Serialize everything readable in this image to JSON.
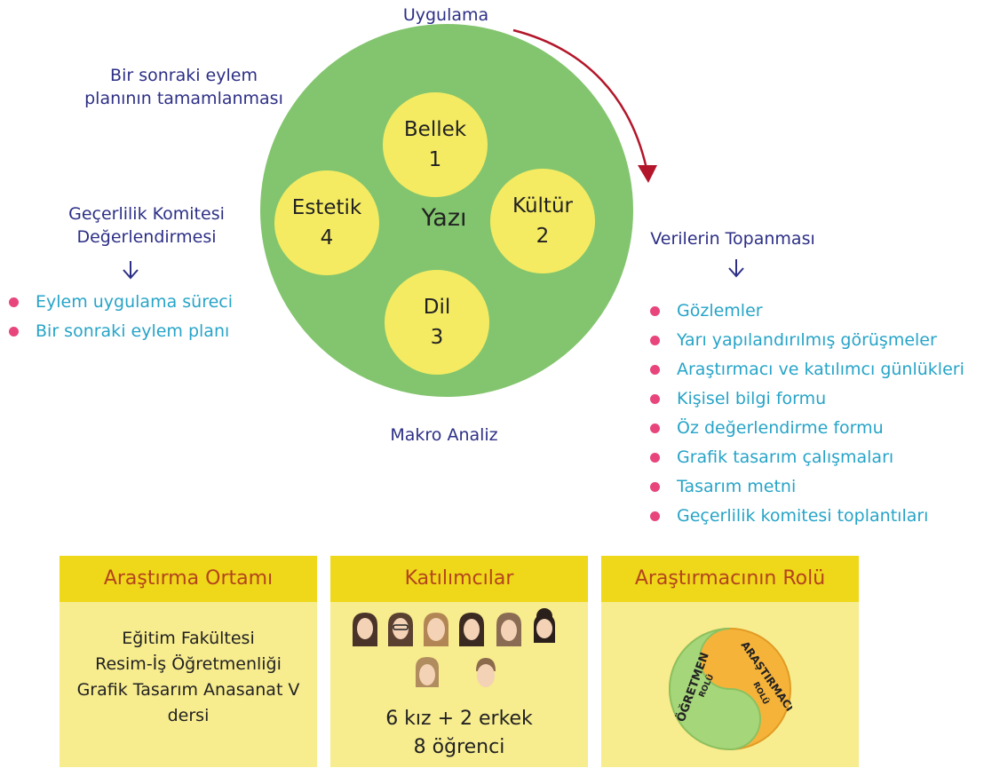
{
  "cycle": {
    "top_label": "Uygulama",
    "left_top_label": [
      "Bir sonraki eylem",
      "planının tamamlanması"
    ],
    "left_label": [
      "Geçerlilik Komitesi",
      "Değerlendirmesi"
    ],
    "right_label": "Verilerin Topanması",
    "bottom_label": "Makro Analiz",
    "center": "Yazı",
    "nodes": [
      {
        "name": "Bellek",
        "number": "1"
      },
      {
        "name": "Kültür",
        "number": "2"
      },
      {
        "name": "Dil",
        "number": "3"
      },
      {
        "name": "Estetik",
        "number": "4"
      }
    ]
  },
  "left_bullets": [
    "Eylem uygulama süreci",
    "Bir sonraki eylem planı"
  ],
  "right_bullets": [
    "Gözlemler",
    "Yarı yapılandırılmış görüşmeler",
    "Araştırmacı ve katılımcı günlükleri",
    "Kişisel bilgi formu",
    "Öz değerlendirme formu",
    "Grafik tasarım çalışmaları",
    "Tasarım metni",
    "Geçerlilik komitesi toplantıları"
  ],
  "panels": {
    "setting": {
      "title": "Araştırma Ortamı",
      "lines": [
        "Eğitim Fakültesi",
        "Resim-İş Öğretmenliği",
        "Grafik Tasarım Anasanat V",
        "dersi"
      ]
    },
    "participants": {
      "title": "Katılımcılar",
      "line1": "6 kız + 2 erkek",
      "line2": "8 öğrenci"
    },
    "role": {
      "title": "Araştırmacının Rolü",
      "left_word": "ÖĞRETMEN",
      "left_sub": "ROLÜ",
      "right_word": "ARAŞTIRMACI",
      "right_sub": "ROLÜ"
    }
  },
  "colors": {
    "navy": "#2d2f86",
    "cyan": "#27a4c8",
    "bullet": "#e8457c",
    "big_circle": "#83c56e",
    "small_circle": "#f4eb62",
    "arrow": "#b3162a",
    "panel_head": "#efd71a",
    "panel_body": "#f7ec8e",
    "panel_title": "#b3441c"
  }
}
